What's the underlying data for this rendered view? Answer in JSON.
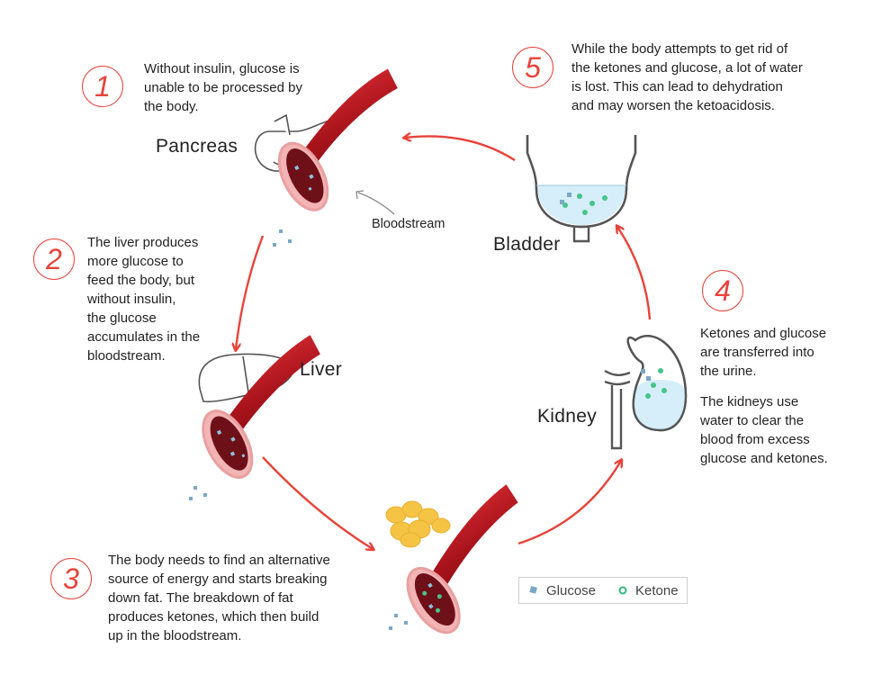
{
  "steps": [
    {
      "num": "1",
      "text": "Without insulin, glucose is\nunable to be processed by\nthe body."
    },
    {
      "num": "2",
      "text": "The liver produces\nmore glucose to\nfeed the body, but\nwithout insulin,\nthe glucose\naccumulates in the\nbloodstream."
    },
    {
      "num": "3",
      "text": "The body needs to find an alternative\nsource of energy and starts breaking\ndown fat. The breakdown of fat\nproduces ketones, which then build\nup in the bloodstream."
    },
    {
      "num": "4",
      "text": "Ketones and glucose\nare transferred into\nthe urine.",
      "text2": "The kidneys use\nwater to clear the\nblood from excess\nglucose and ketones."
    },
    {
      "num": "5",
      "text": "While the body attempts to get rid of\nthe ketones and glucose, a lot of water\nis lost. This can lead to dehydration\nand may worsen the ketoacidosis."
    }
  ],
  "organs": {
    "pancreas": "Pancreas",
    "liver": "Liver",
    "kidney": "Kidney",
    "bladder": "Bladder",
    "bloodstream": "Bloodstream"
  },
  "legend": {
    "glucose": "Glucose",
    "ketone": "Ketone"
  },
  "colors": {
    "accent": "#e8433a",
    "vessel": "#b3151c",
    "urine": "#d5eef9",
    "ketone": "#33b87a",
    "glucose": "#6f9fbf",
    "fat": "#f5c445"
  }
}
